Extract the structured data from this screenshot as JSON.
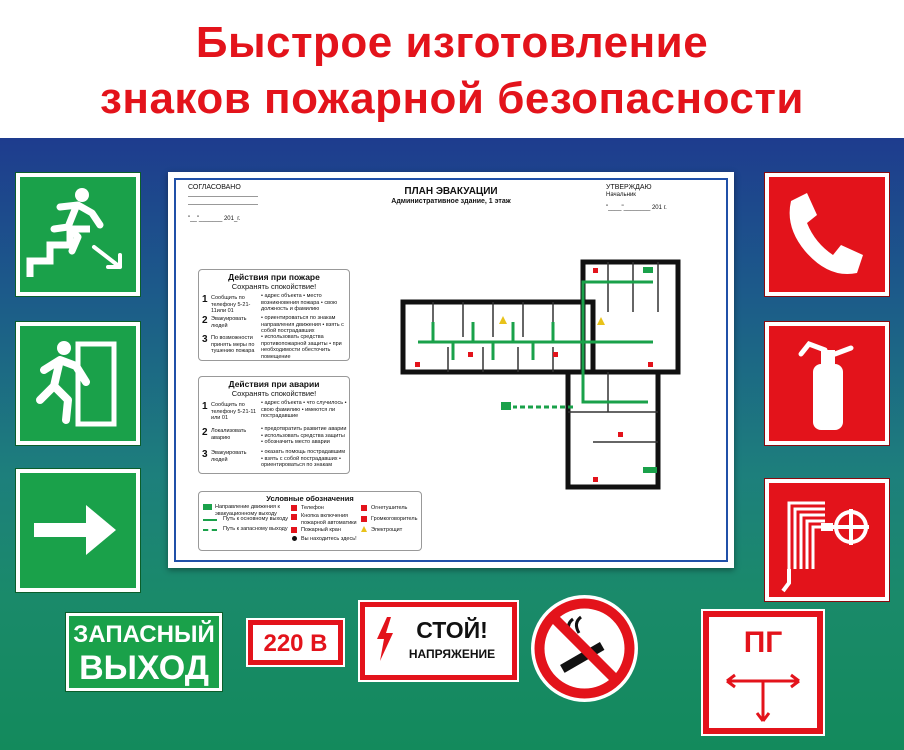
{
  "header": {
    "line1": "Быстрое изготовление",
    "line2": "знаков пожарной безопасности"
  },
  "colors": {
    "title_red": "#e3131b",
    "sign_green": "#1aa14a",
    "sign_red": "#e3131b",
    "plan_blue": "#2050a8"
  },
  "left_signs": [
    {
      "name": "exit-stairs-down-sign",
      "icon": "running-man-stairs-icon"
    },
    {
      "name": "exit-door-sign",
      "icon": "running-man-door-icon"
    },
    {
      "name": "direction-arrow-sign",
      "icon": "arrow-right-icon"
    }
  ],
  "right_signs": [
    {
      "name": "fire-phone-sign",
      "icon": "telephone-icon"
    },
    {
      "name": "fire-extinguisher-sign",
      "icon": "extinguisher-icon"
    },
    {
      "name": "fire-hose-sign",
      "icon": "fire-hose-icon"
    }
  ],
  "plan": {
    "agreed": "СОГЛАСОВАНО",
    "agreed_date": "\"__\"_______ 201_г.",
    "title": "ПЛАН ЭВАКУАЦИИ",
    "subtitle": "Административное здание, 1 этаж",
    "approved": "УТВЕРЖДАЮ",
    "approved_role": "Начальник",
    "approved_date": "\"____\"________ 201 г.",
    "fire": {
      "title": "Действия при пожаре",
      "subtitle": "Сохранять спокойствие!",
      "steps": [
        {
          "num": "1",
          "text": "Сообщить по телефону 5-21-11или 01",
          "bullets": "• адрес объекта • место возникновения пожара • свою должность и фамилию"
        },
        {
          "num": "2",
          "text": "Эвакуировать людей",
          "bullets": "• ориентироваться по знакам направления движения • взять с собой пострадавших"
        },
        {
          "num": "3",
          "text": "По возможности принять меры по тушению пожара",
          "bullets": "• использовать средства противопожарной защиты • при необходимости обесточить помещение"
        }
      ]
    },
    "accident": {
      "title": "Действия при аварии",
      "subtitle": "Сохранять спокойствие!",
      "steps": [
        {
          "num": "1",
          "text": "Сообщить по телефону 5-21-11 или 01",
          "bullets": "• адрес объекта • что случилось • свою фамилию • имеются ли пострадавшие"
        },
        {
          "num": "2",
          "text": "Локализовать аварию",
          "bullets": "• предотвратить развитие аварии • использовать средства защиты • обозначить место аварии"
        },
        {
          "num": "3",
          "text": "Эвакуировать людей",
          "bullets": "• оказать помощь пострадавшим • взять с собой пострадавших • ориентироваться по знакам"
        }
      ]
    },
    "legend": {
      "title": "Условные обозначения",
      "items": [
        "Направление движения к эвакуационному выходу",
        "Путь к основному выходу",
        "Путь к запасному выходу",
        "Телефон",
        "Кнопка включения пожарной автоматики",
        "Пожарный кран",
        "Вы находитесь здесь!",
        "Огнетушитель",
        "Громкоговоритель",
        "Электрощит"
      ]
    }
  },
  "bottom": {
    "exit_line1": "ЗАПАСНЫЙ",
    "exit_line2": "ВЫХОД",
    "voltage": "220 В",
    "stop_line1": "СТОЙ!",
    "stop_line2": "НАПРЯЖЕНИЕ",
    "hydrant": "ПГ"
  }
}
